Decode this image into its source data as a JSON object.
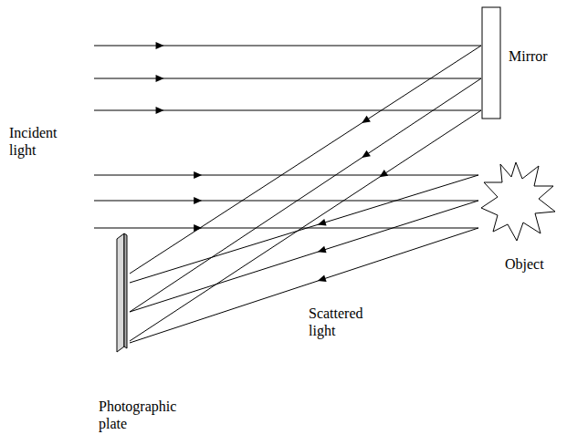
{
  "diagram": {
    "labels": [
      "Incident light",
      "Mirror",
      "Object",
      "Scattered light",
      "Photographic plate"
    ]
  }
}
